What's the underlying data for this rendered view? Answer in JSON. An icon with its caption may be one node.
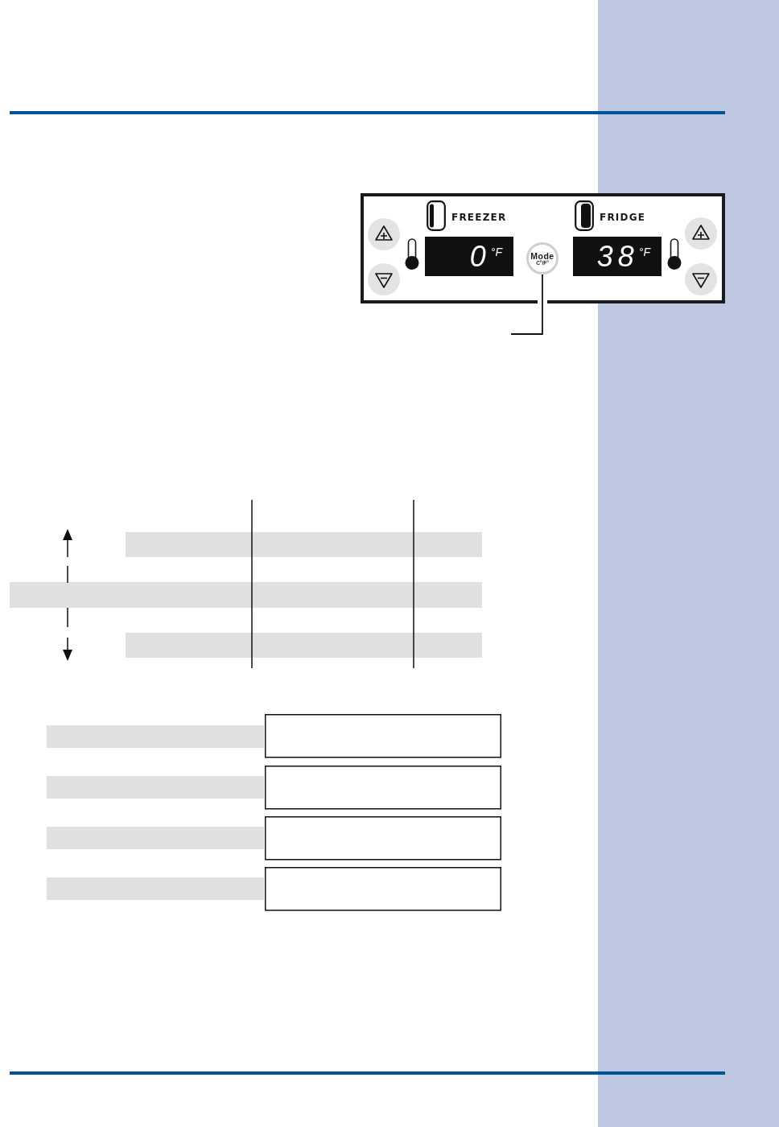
{
  "diagram": {
    "nodes": [
      {
        "text": [],
        "shape": "box"
      },
      {
        "text": [
          "FREEZER",
          "0$^{°F}$"
        ],
        "in": 0
      },
      {
        "text": [
          "FRIDGE",
          "38$^{°F}$"
        ],
        "in": 0
      },
      {
        "text": [
          "Mode",
          "C°/F°"
        ],
        "in": 0
      }
    ],
    "edges": [
      {
        "from": null,
        "to": 3,
        "arrow": "none"
      }
    ]
  }
}
